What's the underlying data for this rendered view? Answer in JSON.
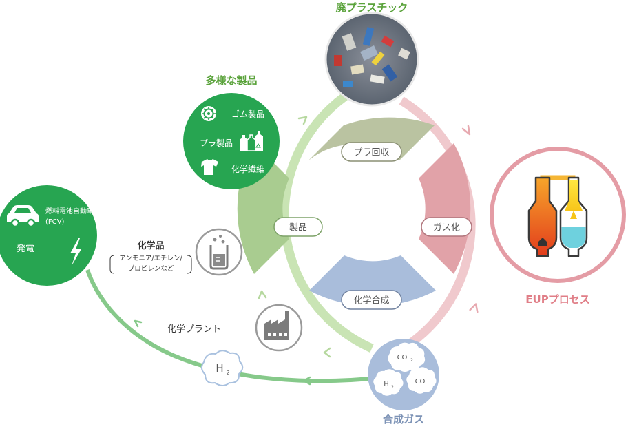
{
  "top_node": {
    "title": "廃プラスチック"
  },
  "right_node": {
    "title": "EUPプロセス"
  },
  "bottom_node": {
    "title": "合成ガス",
    "molecules": [
      "CO",
      "2",
      "H",
      "2",
      "CO"
    ]
  },
  "products_node": {
    "title": "多様な製品",
    "items": [
      {
        "label": "ゴム製品",
        "icon": "tire-icon"
      },
      {
        "label": "プラ製品",
        "icon": "bottle-icon"
      },
      {
        "label": "化学繊維",
        "icon": "tshirt-icon"
      }
    ]
  },
  "fcv_node": {
    "label_line1": "燃料電池自動車",
    "label_line2": "(FCV)",
    "power_label": "発電"
  },
  "chemicals": {
    "title": "化学品",
    "note_line1": "アンモニア/エチレン/",
    "note_line2": "プロピレンなど"
  },
  "plant": {
    "label": "化学プラント"
  },
  "hydrogen": {
    "symbol": "H",
    "subscript": "2"
  },
  "ring": {
    "top": "プラ回収",
    "right": "ガス化",
    "bottom": "化学合成",
    "left": "製品"
  },
  "colors": {
    "green_dark": "#27a551",
    "green_light": "#c9e4b4",
    "green_label": "#5ba33c",
    "pink": "#f0c9cd",
    "pink_border": "#e49ca5",
    "pink_label": "#e07e87",
    "ring_top": "#bac3a1",
    "ring_right": "#e1a2a8",
    "ring_bottom": "#a9bddb",
    "ring_left": "#a9cc90",
    "blue_label": "#7d93b6"
  }
}
